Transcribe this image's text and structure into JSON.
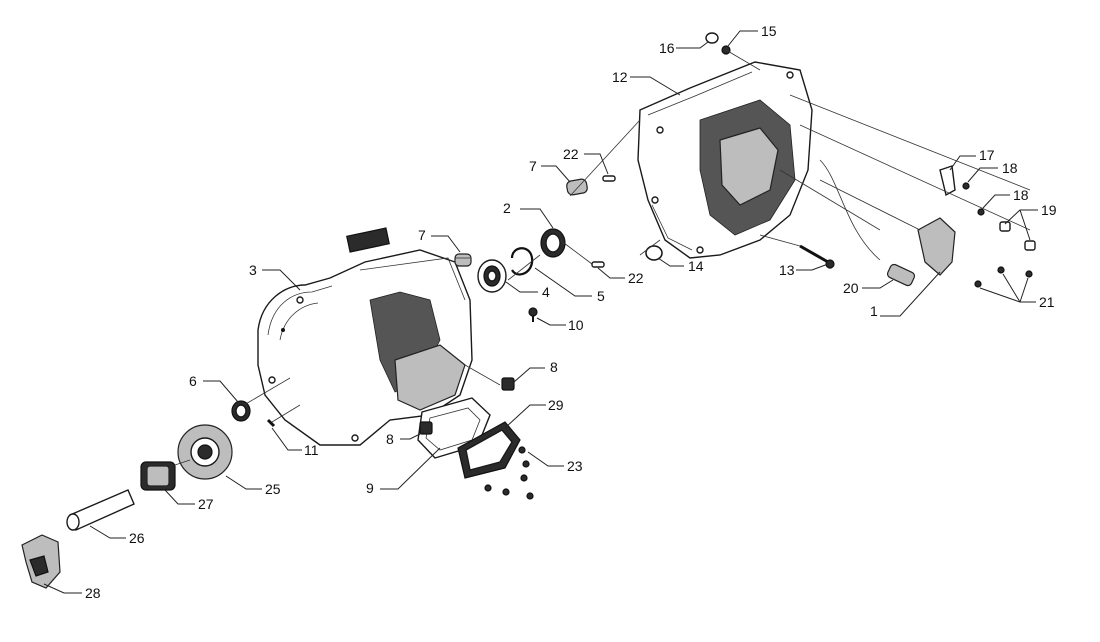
{
  "labels": {
    "l1": "1",
    "l2": "2",
    "l3": "3",
    "l4": "4",
    "l5": "5",
    "l6": "6",
    "l7a": "7",
    "l7b": "7",
    "l8a": "8",
    "l8b": "8",
    "l9": "9",
    "l10": "10",
    "l11": "11",
    "l12": "12",
    "l13": "13",
    "l14": "14",
    "l15": "15",
    "l16": "16",
    "l17": "17",
    "l18a": "18",
    "l18b": "18",
    "l19": "19",
    "l20": "20",
    "l21": "21",
    "l22a": "22",
    "l22b": "22",
    "l23": "23",
    "l25": "25",
    "l26": "26",
    "l27": "27",
    "l28": "28",
    "l29": "29"
  },
  "colors": {
    "line": "#1a1a1a",
    "background": "#ffffff"
  }
}
